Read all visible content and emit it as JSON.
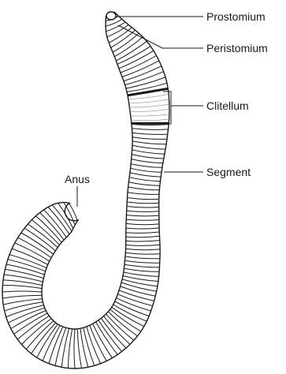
{
  "labels": {
    "prostomium": "Prostomium",
    "peristomium": "Peristomium",
    "clitellum": "Clitellum",
    "segment": "Segment",
    "anus": "Anus"
  },
  "colors": {
    "outline": "#1a1a1a",
    "body_fill": "#ffffff",
    "band": "#1a1a1a"
  }
}
